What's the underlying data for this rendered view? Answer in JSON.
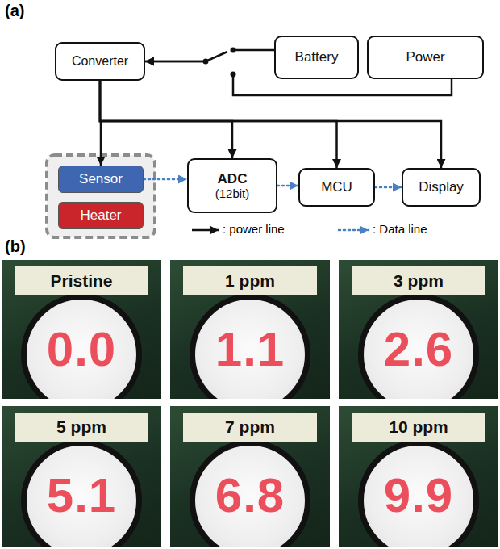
{
  "diagram": {
    "nodes": [
      {
        "text": [
          "Converter"
        ]
      },
      {
        "text": [
          "Battery"
        ]
      },
      {
        "text": [
          "Power"
        ]
      },
      {
        "text": [
          "Sensor"
        ]
      },
      {
        "text": [
          "Heater"
        ]
      },
      {
        "text": [
          "ADC",
          "(12bit)"
        ]
      },
      {
        "text": [
          "MCU"
        ]
      },
      {
        "text": [
          "Display"
        ]
      },
      {
        "text": [
          "Pristine",
          "0.0"
        ]
      },
      {
        "text": [
          "1 ppm",
          "1.1"
        ]
      },
      {
        "text": [
          "3 ppm",
          "2.6"
        ]
      },
      {
        "text": [
          "5 ppm",
          "5.1"
        ]
      },
      {
        "text": [
          "7 ppm",
          "6.8"
        ]
      },
      {
        "text": [
          "10 ppm",
          "9.9"
        ]
      }
    ],
    "edges": [
      {
        "from": 1,
        "to": 0,
        "arrow": "to"
      },
      {
        "from": 2,
        "to": 0,
        "arrow": "to"
      },
      {
        "from": 0,
        "to": 3,
        "arrow": "to"
      },
      {
        "from": 0,
        "to": 5,
        "arrow": "to"
      },
      {
        "from": 0,
        "to": 6,
        "arrow": "to"
      },
      {
        "from": 0,
        "to": 7,
        "arrow": "to"
      },
      {
        "from": 3,
        "to": 5,
        "arrow": "to"
      },
      {
        "from": 5,
        "to": 6,
        "arrow": "to"
      },
      {
        "from": 6,
        "to": 7,
        "arrow": "to"
      }
    ],
    "labels": [
      "(a)",
      "(b)"
    ],
    "legend": [
      {
        "text": ": power line"
      },
      {
        "text": ": Data line"
      }
    ]
  }
}
